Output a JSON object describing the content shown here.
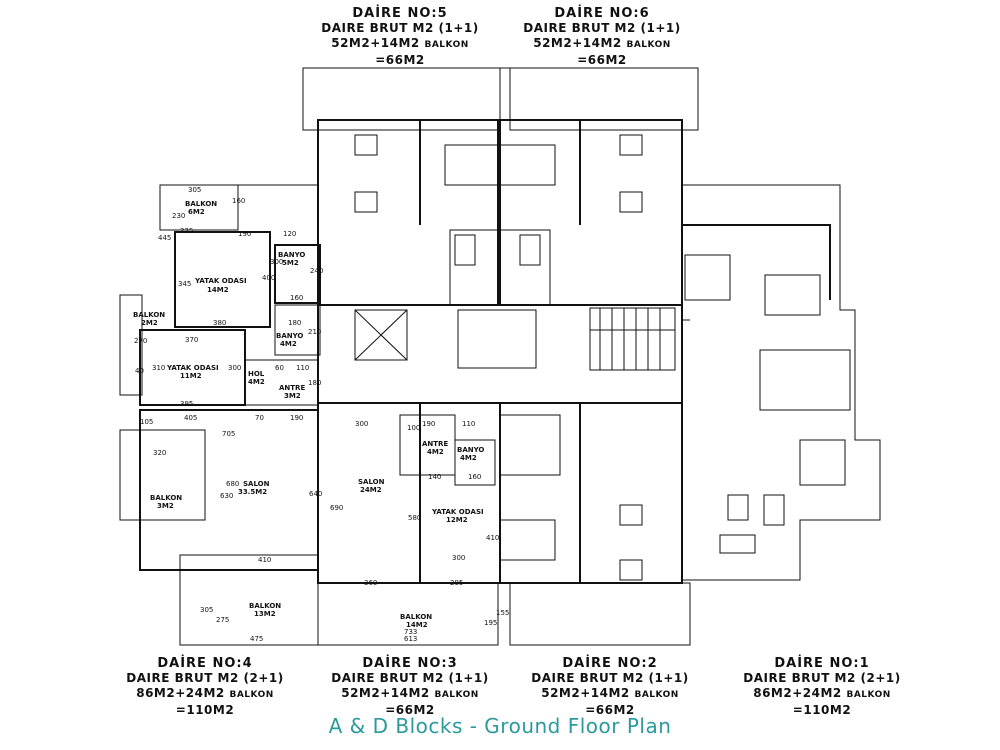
{
  "apartments_top": [
    {
      "no": "DAİRE NO:5",
      "gross": "DAIRE BRUT M2 (1+1)",
      "area": "52M2+14M2",
      "balcony": "BALKON",
      "total": "=66M2"
    },
    {
      "no": "DAİRE NO:6",
      "gross": "DAIRE BRUT M2 (1+1)",
      "area": "52M2+14M2",
      "balcony": "BALKON",
      "total": "=66M2"
    }
  ],
  "apartments_bottom": [
    {
      "no": "DAİRE NO:4",
      "gross": "DAIRE BRUT M2 (2+1)",
      "area": "86M2+24M2",
      "balcony": "BALKON",
      "total": "=110M2"
    },
    {
      "no": "DAİRE NO:3",
      "gross": "DAIRE BRUT M2 (1+1)",
      "area": "52M2+14M2",
      "balcony": "BALKON",
      "total": "=66M2"
    },
    {
      "no": "DAİRE NO:2",
      "gross": "DAIRE BRUT M2 (1+1)",
      "area": "52M2+14M2",
      "balcony": "BALKON",
      "total": "=66M2"
    },
    {
      "no": "DAİRE NO:1",
      "gross": "DAIRE BRUT M2 (2+1)",
      "area": "86M2+24M2",
      "balcony": "BALKON",
      "total": "=110M2"
    }
  ],
  "rooms": {
    "balkon_6": {
      "name": "BALKON",
      "area": "6M2"
    },
    "yatak_14": {
      "name": "YATAK ODASI",
      "area": "14M2"
    },
    "banyo_5": {
      "name": "BANYO",
      "area": "5M2"
    },
    "balkon_2": {
      "name": "BALKON",
      "area": "2M2"
    },
    "banyo_4": {
      "name": "BANYO",
      "area": "4M2"
    },
    "yatak_11": {
      "name": "YATAK ODASI",
      "area": "11M2"
    },
    "hol_4": {
      "name": "HOL",
      "area": "4M2"
    },
    "antre_3": {
      "name": "ANTRE",
      "area": "3M2"
    },
    "salon_335": {
      "name": "SALON",
      "area": "33.5M2"
    },
    "balkon_3": {
      "name": "BALKON",
      "area": "3M2"
    },
    "balkon_13": {
      "name": "BALKON",
      "area": "13M2"
    },
    "salon_24": {
      "name": "SALON",
      "area": "24M2"
    },
    "antre_4": {
      "name": "ANTRE",
      "area": "4M2"
    },
    "banyo_4b": {
      "name": "BANYO",
      "area": "4M2"
    },
    "yatak_12": {
      "name": "YATAK ODASI",
      "area": "12M2"
    },
    "balkon_14": {
      "name": "BALKON",
      "area": "14M2"
    }
  },
  "dims": {
    "d305": "305",
    "d160a": "160",
    "d230": "230",
    "d445": "445",
    "d225": "225",
    "d190a": "190",
    "d120": "120",
    "d300a": "300",
    "d240": "240",
    "d400": "400",
    "d345": "345",
    "d160b": "160",
    "d380": "380",
    "d180": "180",
    "d210": "210",
    "d370": "370",
    "d270": "270",
    "d310": "310",
    "d300b": "300",
    "d60": "60",
    "d110a": "110",
    "d180b": "180",
    "d40": "40",
    "d395": "395",
    "d405": "405",
    "d70": "70",
    "d190b": "190",
    "d105": "105",
    "d705": "705",
    "d320": "320",
    "d680": "680",
    "d630": "630",
    "d640": "640",
    "d410a": "410",
    "d305b": "305",
    "d275": "275",
    "d475": "475",
    "d300c": "300",
    "d100": "100",
    "d190c": "190",
    "d110b": "110",
    "d690": "690",
    "d580": "580",
    "d140": "140",
    "d160c": "160",
    "d300d": "300",
    "d410b": "410",
    "d360": "360",
    "d295": "295",
    "d733": "733",
    "d613": "613",
    "d195": "195",
    "d155": "155"
  },
  "caption": "A & D Blocks - Ground Floor Plan",
  "colors": {
    "caption": "#2a9a9c",
    "lines": "#111111"
  }
}
